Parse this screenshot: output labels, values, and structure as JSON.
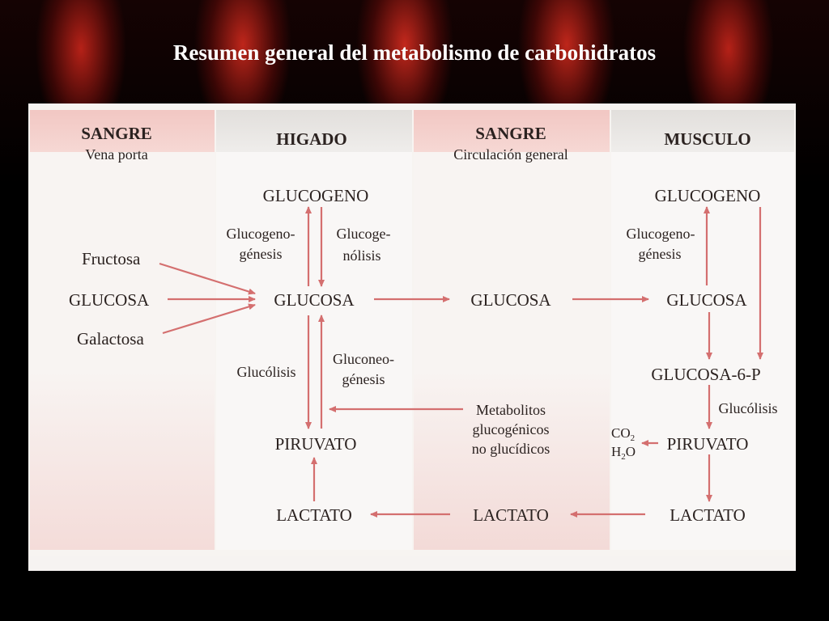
{
  "slide": {
    "title": "Resumen general del metabolismo de carbohidratos"
  },
  "columns": [
    {
      "header": "SANGRE",
      "subheader": "Vena porta"
    },
    {
      "header": "HIGADO",
      "subheader": ""
    },
    {
      "header": "SANGRE",
      "subheader": "Circulación general"
    },
    {
      "header": "MUSCULO",
      "subheader": ""
    }
  ],
  "nodes": {
    "fructosa": "Fructosa",
    "glucosa_sangre_porta": "GLUCOSA",
    "galactosa": "Galactosa",
    "glucogeno_higado": "GLUCOGENO",
    "glucosa_higado": "GLUCOSA",
    "piruvato_higado": "PIRUVATO",
    "lactato_higado": "LACTATO",
    "glucosa_sangre_general": "GLUCOSA",
    "metabolitos_line1": "Metabolitos",
    "metabolitos_line2": "glucogénicos",
    "metabolitos_line3": "no glucídicos",
    "lactato_sangre": "LACTATO",
    "glucogeno_musculo": "GLUCOGENO",
    "glucosa_musculo": "GLUCOSA",
    "glucosa6p_musculo": "GLUCOSA-6-P",
    "piruvato_musculo": "PIRUVATO",
    "lactato_musculo": "LACTATO",
    "co2_base": "CO",
    "co2_sub": "2",
    "h2o_h": "H",
    "h2o_sub": "2",
    "h2o_o": "O"
  },
  "process_labels": {
    "glucogenogenesis_h_1": "Glucogeno-",
    "glucogenogenesis_h_2": "génesis",
    "glucogenolisis_h_1": "Glucoge-",
    "glucogenolisis_h_2": "nólisis",
    "glucolisis_h": "Glucólisis",
    "gluconeogenesis_h_1": "Gluconeo-",
    "gluconeogenesis_h_2": "génesis",
    "glucogenogenesis_m_1": "Glucogeno-",
    "glucogenogenesis_m_2": "génesis",
    "glucolisis_m": "Glucólisis"
  },
  "colors": {
    "arrow": "#d46f6f",
    "text": "#2b2220",
    "title": "#ffffff"
  }
}
